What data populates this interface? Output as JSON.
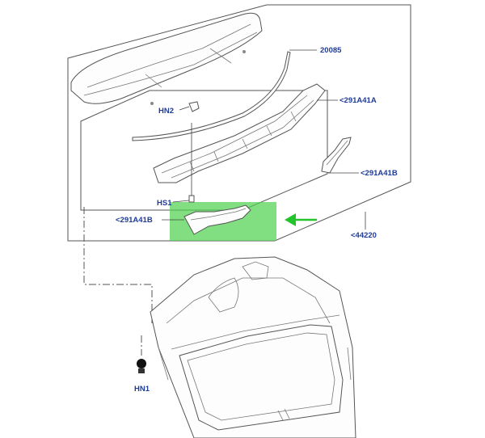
{
  "diagram": {
    "callouts": {
      "p20085": "20085",
      "p291A41A": "<291A41A",
      "p291A41B_right": "<291A41B",
      "p291A41B_left": "<291A41B",
      "pHN2": "HN2",
      "pHS1": "HS1",
      "p44220": "<44220",
      "pHN1": "HN1"
    },
    "colors": {
      "label": "#1f3c99",
      "highlight": "#4cd14c",
      "arrow": "#22c32b",
      "line": "#555555"
    },
    "icons": [
      "right-arrow-icon"
    ]
  }
}
